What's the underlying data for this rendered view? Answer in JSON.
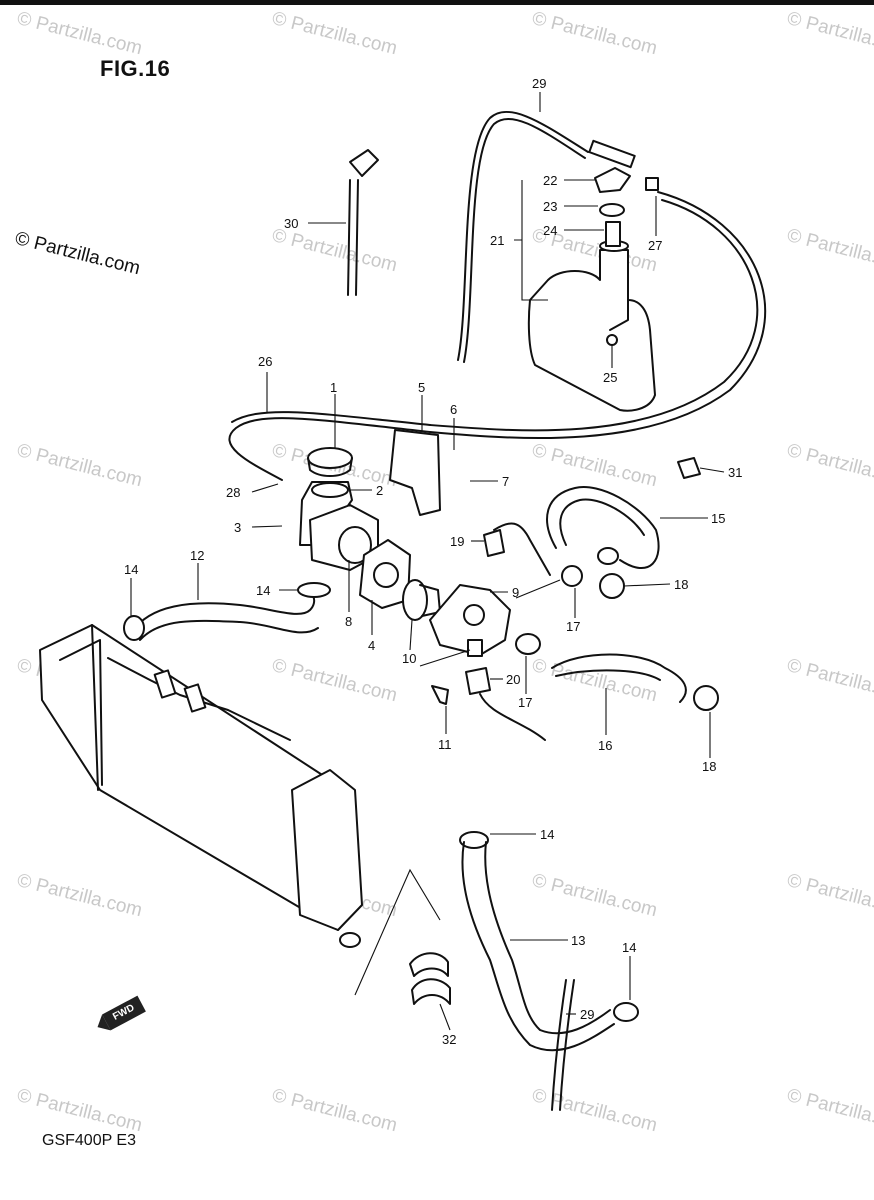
{
  "figure": {
    "title": "FIG.16"
  },
  "copyright": "© Partzilla.com",
  "model_code": "GSF400P E3",
  "fwd_label": "FWD",
  "watermark_text": "© Partzilla.com",
  "callouts": [
    "1",
    "2",
    "3",
    "4",
    "5",
    "6",
    "7",
    "8",
    "9",
    "10",
    "11",
    "12",
    "13",
    "14",
    "15",
    "16",
    "17",
    "18",
    "19",
    "20",
    "21",
    "22",
    "23",
    "24",
    "25",
    "26",
    "27",
    "28",
    "29",
    "30",
    "31",
    "32"
  ],
  "colors": {
    "ink": "#111111",
    "watermark": "#c8c8c8"
  }
}
